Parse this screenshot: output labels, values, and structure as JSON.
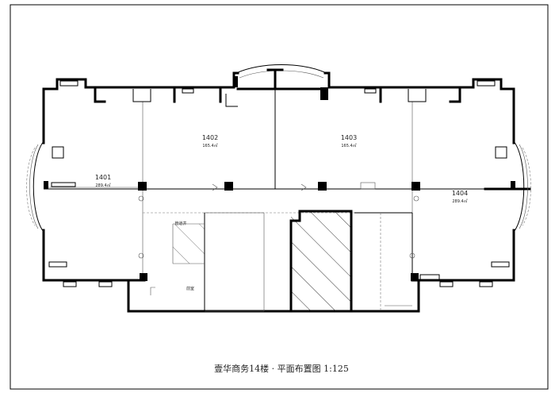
{
  "drawing": {
    "title": "壹华商务14楼 · 平面布置图 1:125"
  },
  "rooms": [
    {
      "id": "1401",
      "label": "1401",
      "area": "289.4㎡"
    },
    {
      "id": "1402",
      "label": "1402",
      "area": "165.4㎡"
    },
    {
      "id": "1403",
      "label": "1403",
      "area": "165.4㎡"
    },
    {
      "id": "1404",
      "label": "1404",
      "area": "289.4㎡"
    }
  ],
  "service": {
    "left_label": "管道井",
    "left_label_lower": "前室"
  },
  "colors": {
    "line": "#000000",
    "background": "#ffffff"
  }
}
